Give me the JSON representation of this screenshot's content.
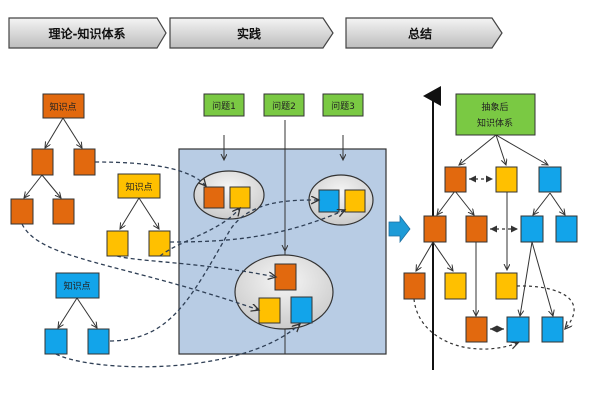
{
  "header": {
    "steps": [
      {
        "label": "理论-知识体系"
      },
      {
        "label": "实践"
      },
      {
        "label": "总结"
      }
    ]
  },
  "theory": {
    "trees": [
      {
        "root_label": "知识点",
        "color": "#E2690E"
      },
      {
        "root_label": "知识点",
        "color": "#FFC000"
      },
      {
        "root_label": "知识点",
        "color": "#0EA5E9"
      }
    ]
  },
  "practice": {
    "problems": [
      {
        "label": "问题1"
      },
      {
        "label": "问题2"
      },
      {
        "label": "问题3"
      }
    ],
    "panel_color": "#B8CCE4"
  },
  "summary": {
    "root_label_line1": "抽象后",
    "root_label_line2": "知识体系",
    "root_color": "#7AC943"
  },
  "colors": {
    "orange": "#E2690E",
    "yellow": "#FFC000",
    "blue": "#12A4EA",
    "green": "#7AC943",
    "arrow_blue": "#1E9BD7"
  }
}
